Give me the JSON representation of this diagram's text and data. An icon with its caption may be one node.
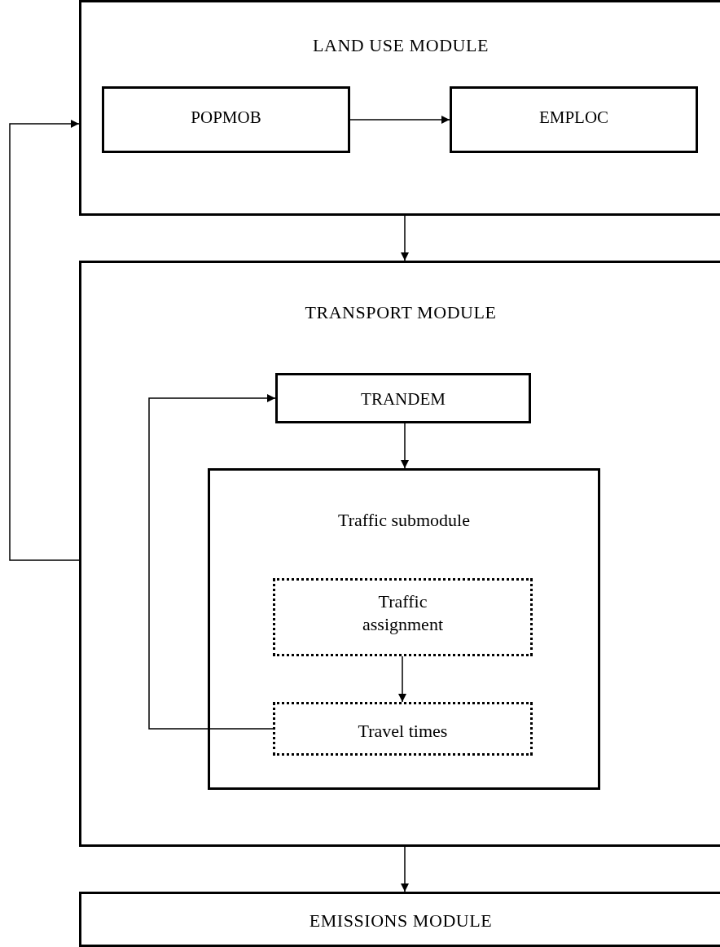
{
  "diagram": {
    "nodes": [
      {
        "text": [
          "LAND USE MODULE"
        ]
      },
      {
        "text": [
          "POPMOB"
        ],
        "in": 0
      },
      {
        "text": [
          "EMPLOC"
        ],
        "in": 0
      },
      {
        "text": [
          "TRANSPORT MODULE"
        ]
      },
      {
        "text": [
          "TRANDEM"
        ],
        "in": 3
      },
      {
        "text": [
          "Traffic submodule"
        ],
        "in": 3
      },
      {
        "text": [
          "Traffic assignment"
        ],
        "in": 5
      },
      {
        "text": [
          "Travel times"
        ],
        "in": 5
      },
      {
        "text": [
          "EMISSIONS MODULE"
        ]
      }
    ],
    "edges": [
      {
        "from": 1,
        "to": 2,
        "arrow": "to"
      },
      {
        "from": 0,
        "to": 3,
        "arrow": "to"
      },
      {
        "from": 4,
        "to": 5,
        "arrow": "to"
      },
      {
        "from": 6,
        "to": 7,
        "arrow": "to"
      },
      {
        "from": 7,
        "to": 4,
        "arrow": "to"
      },
      {
        "from": 3,
        "to": 0,
        "arrow": "to"
      },
      {
        "from": 3,
        "to": 8,
        "arrow": "to"
      }
    ]
  }
}
